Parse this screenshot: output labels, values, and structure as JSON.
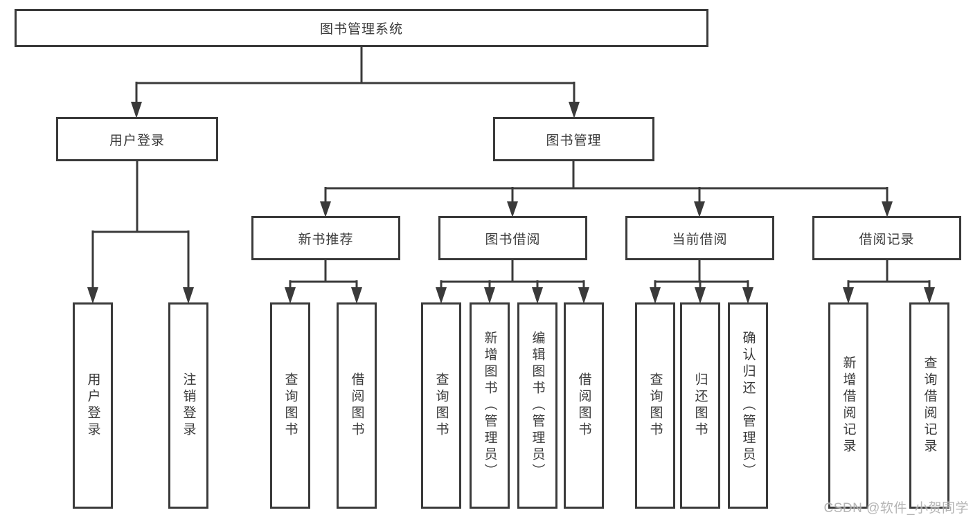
{
  "diagram": {
    "root": {
      "label": "图书管理系统"
    },
    "level2": [
      {
        "label": "用户登录"
      },
      {
        "label": "图书管理"
      }
    ],
    "level3": [
      {
        "label": "新书推荐"
      },
      {
        "label": "图书借阅"
      },
      {
        "label": "当前借阅"
      },
      {
        "label": "借阅记录"
      }
    ],
    "leaves": [
      {
        "label": "用户登录"
      },
      {
        "label": "注销登录"
      },
      {
        "label": "查询图书"
      },
      {
        "label": "借阅图书"
      },
      {
        "label": "查询图书"
      },
      {
        "label": "新增图书（管理员）"
      },
      {
        "label": "编辑图书（管理员）"
      },
      {
        "label": "借阅图书"
      },
      {
        "label": "查询图书"
      },
      {
        "label": "归还图书"
      },
      {
        "label": "确认归还（管理员）"
      },
      {
        "label": "新增借阅记录"
      },
      {
        "label": "查询借阅记录"
      }
    ],
    "watermark": "CSDN @软件_小贺同学",
    "colors": {
      "line": "#3a3a3a",
      "text": "#3a3a3a",
      "background": "#ffffff",
      "watermark": "#adadad"
    }
  }
}
